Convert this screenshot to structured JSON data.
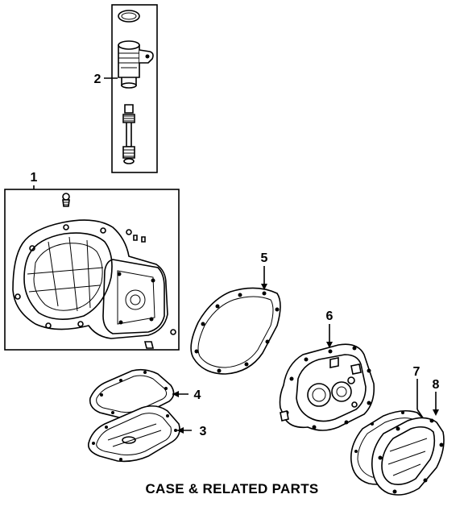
{
  "title": "CASE & RELATED PARTS",
  "callouts": {
    "c1": "1",
    "c2": "2",
    "c3": "3",
    "c4": "4",
    "c5": "5",
    "c6": "6",
    "c7": "7",
    "c8": "8"
  }
}
